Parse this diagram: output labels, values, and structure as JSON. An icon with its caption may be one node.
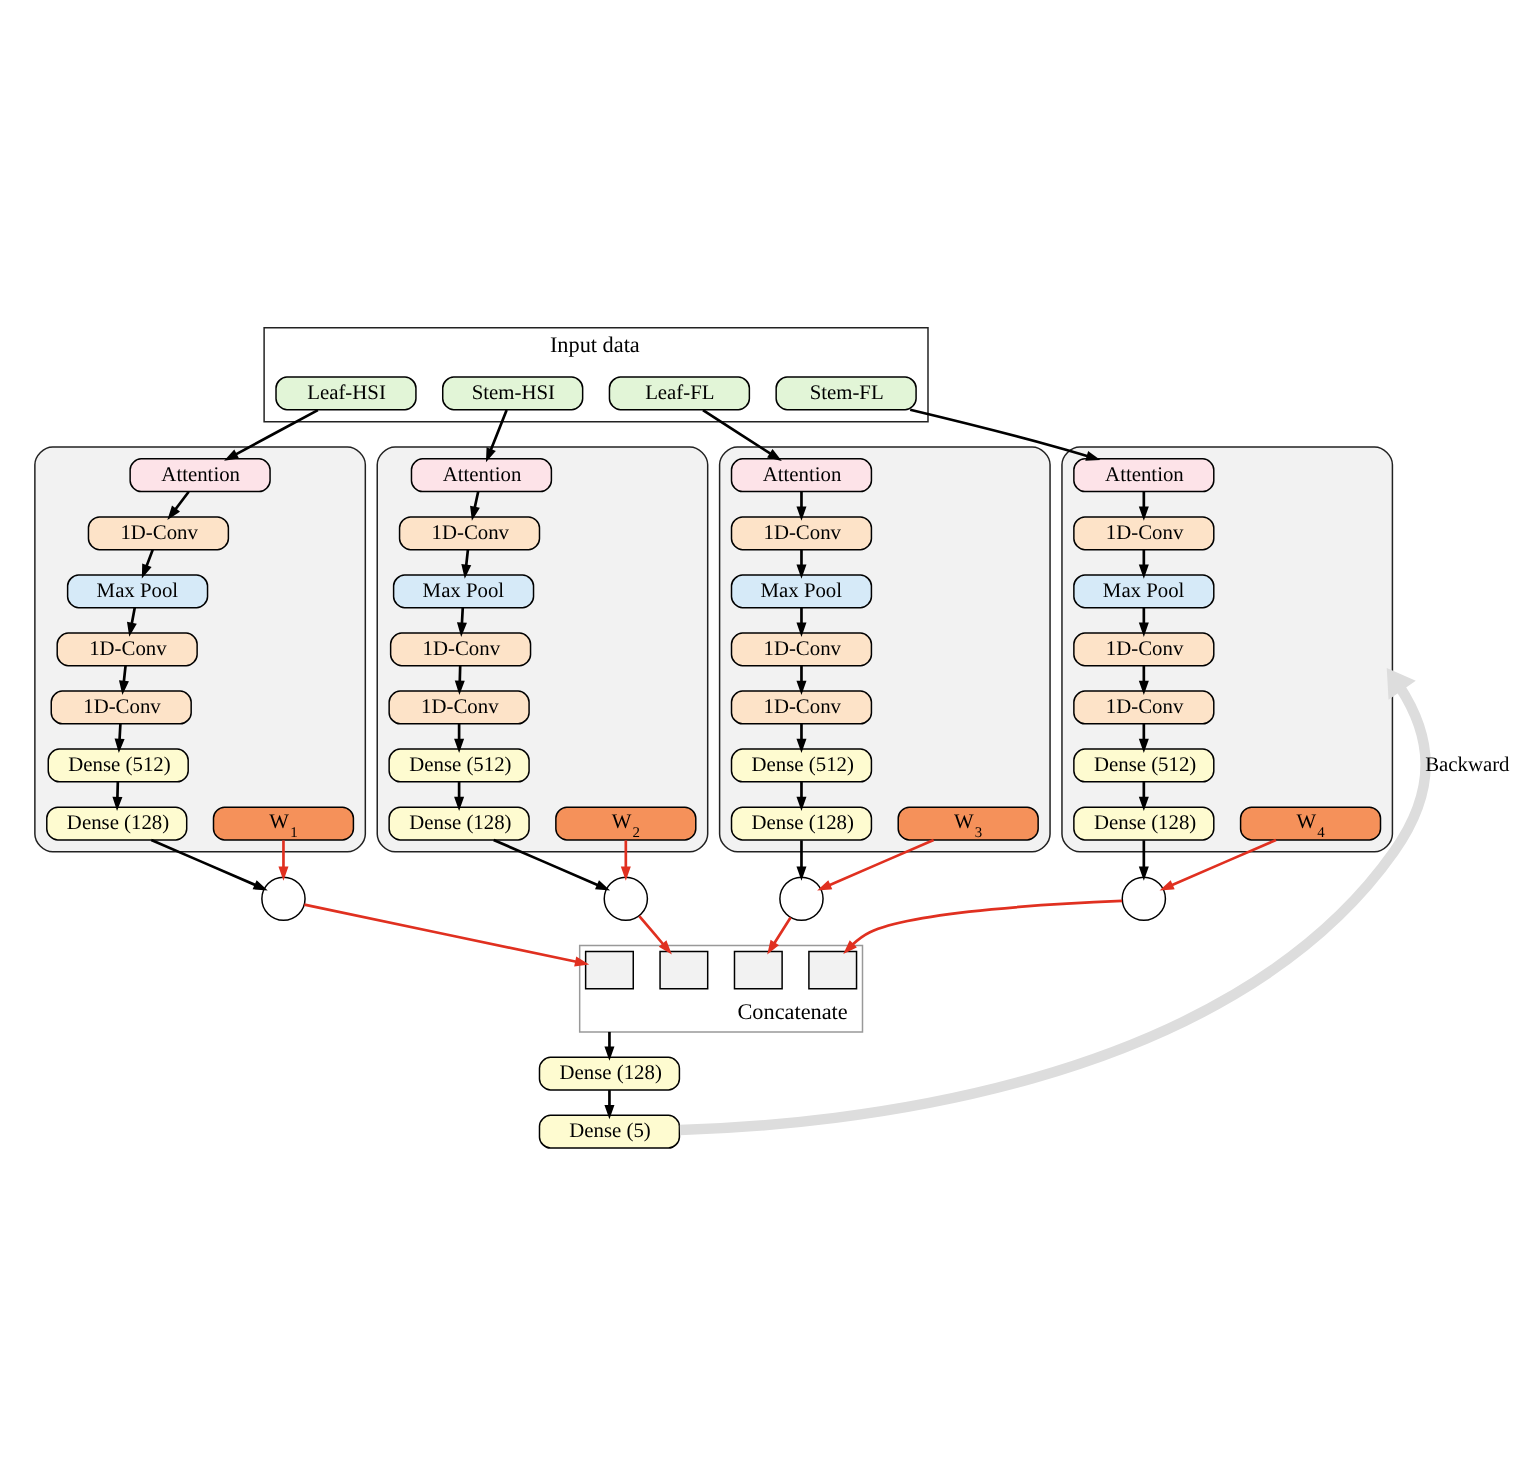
{
  "diagram": {
    "nodes": [
      {
        "text": [
          "Input data"
        ]
      },
      {
        "text": [
          "Leaf-HSI"
        ],
        "in": 0
      },
      {
        "text": [
          "Stem-HSI"
        ],
        "in": 0
      },
      {
        "text": [
          "Leaf-FL"
        ],
        "in": 0
      },
      {
        "text": [
          "Stem-FL"
        ],
        "in": 0
      },
      {
        "text": [],
        "shape": "box"
      },
      {
        "text": [
          "Attention"
        ],
        "in": 5
      },
      {
        "text": [
          "1D-Conv"
        ],
        "in": 5
      },
      {
        "text": [
          "Max Pool"
        ],
        "in": 5
      },
      {
        "text": [
          "1D-Conv"
        ],
        "in": 5
      },
      {
        "text": [
          "1D-Conv"
        ],
        "in": 5
      },
      {
        "text": [
          "Dense (512)"
        ],
        "in": 5
      },
      {
        "text": [
          "Dense (128)"
        ],
        "in": 5
      },
      {
        "text": [
          "W$_{1}$"
        ],
        "in": 5
      },
      {
        "text": [],
        "shape": "box"
      },
      {
        "text": [
          "Attention"
        ],
        "in": 14
      },
      {
        "text": [
          "1D-Conv"
        ],
        "in": 14
      },
      {
        "text": [
          "Max Pool"
        ],
        "in": 14
      },
      {
        "text": [
          "1D-Conv"
        ],
        "in": 14
      },
      {
        "text": [
          "1D-Conv"
        ],
        "in": 14
      },
      {
        "text": [
          "Dense (512)"
        ],
        "in": 14
      },
      {
        "text": [
          "Dense (128)"
        ],
        "in": 14
      },
      {
        "text": [
          "W$_{2}$"
        ],
        "in": 14
      },
      {
        "text": [],
        "shape": "box"
      },
      {
        "text": [
          "Attention"
        ],
        "in": 23
      },
      {
        "text": [
          "1D-Conv"
        ],
        "in": 23
      },
      {
        "text": [
          "Max Pool"
        ],
        "in": 23
      },
      {
        "text": [
          "1D-Conv"
        ],
        "in": 23
      },
      {
        "text": [
          "1D-Conv"
        ],
        "in": 23
      },
      {
        "text": [
          "Dense (512)"
        ],
        "in": 23
      },
      {
        "text": [
          "Dense (128)"
        ],
        "in": 23
      },
      {
        "text": [
          "W$_{3}$"
        ],
        "in": 23
      },
      {
        "text": [],
        "shape": "box"
      },
      {
        "text": [
          "Attention"
        ],
        "in": 32
      },
      {
        "text": [
          "1D-Conv"
        ],
        "in": 32
      },
      {
        "text": [
          "Max Pool"
        ],
        "in": 32
      },
      {
        "text": [
          "1D-Conv"
        ],
        "in": 32
      },
      {
        "text": [
          "1D-Conv"
        ],
        "in": 32
      },
      {
        "text": [
          "Dense (512)"
        ],
        "in": 32
      },
      {
        "text": [
          "Dense (128)"
        ],
        "in": 32
      },
      {
        "text": [
          "W$_{4}$"
        ],
        "in": 32
      },
      {
        "text": [],
        "shape": "circle"
      },
      {
        "text": [],
        "shape": "circle"
      },
      {
        "text": [],
        "shape": "circle"
      },
      {
        "text": [],
        "shape": "circle"
      },
      {
        "text": [
          "Concatenate"
        ]
      },
      {
        "text": [],
        "shape": "box",
        "in": 45
      },
      {
        "text": [],
        "shape": "box",
        "in": 45
      },
      {
        "text": [],
        "shape": "box",
        "in": 45
      },
      {
        "text": [],
        "shape": "box",
        "in": 45
      },
      {
        "text": [
          "Dense (128)"
        ]
      },
      {
        "text": [
          "Dense (5)"
        ]
      }
    ],
    "edges": [
      {
        "from": 1,
        "to": 6,
        "arrow": "to"
      },
      {
        "from": 6,
        "to": 7,
        "arrow": "to"
      },
      {
        "from": 7,
        "to": 8,
        "arrow": "to"
      },
      {
        "from": 8,
        "to": 9,
        "arrow": "to"
      },
      {
        "from": 9,
        "to": 10,
        "arrow": "to"
      },
      {
        "from": 10,
        "to": 11,
        "arrow": "to"
      },
      {
        "from": 11,
        "to": 12,
        "arrow": "to"
      },
      {
        "from": 12,
        "to": 41,
        "arrow": "to"
      },
      {
        "from": 13,
        "to": 41,
        "arrow": "to",
        "color": "#e03020"
      },
      {
        "from": 2,
        "to": 15,
        "arrow": "to"
      },
      {
        "from": 15,
        "to": 16,
        "arrow": "to"
      },
      {
        "from": 16,
        "to": 17,
        "arrow": "to"
      },
      {
        "from": 17,
        "to": 18,
        "arrow": "to"
      },
      {
        "from": 18,
        "to": 19,
        "arrow": "to"
      },
      {
        "from": 19,
        "to": 20,
        "arrow": "to"
      },
      {
        "from": 20,
        "to": 21,
        "arrow": "to"
      },
      {
        "from": 21,
        "to": 42,
        "arrow": "to"
      },
      {
        "from": 22,
        "to": 42,
        "arrow": "to",
        "color": "#e03020"
      },
      {
        "from": 3,
        "to": 24,
        "arrow": "to"
      },
      {
        "from": 24,
        "to": 25,
        "arrow": "to"
      },
      {
        "from": 25,
        "to": 26,
        "arrow": "to"
      },
      {
        "from": 26,
        "to": 27,
        "arrow": "to"
      },
      {
        "from": 27,
        "to": 28,
        "arrow": "to"
      },
      {
        "from": 28,
        "to": 29,
        "arrow": "to"
      },
      {
        "from": 29,
        "to": 30,
        "arrow": "to"
      },
      {
        "from": 30,
        "to": 43,
        "arrow": "to"
      },
      {
        "from": 31,
        "to": 43,
        "arrow": "to",
        "color": "#e03020"
      },
      {
        "from": 4,
        "to": 33,
        "arrow": "to"
      },
      {
        "from": 33,
        "to": 34,
        "arrow": "to"
      },
      {
        "from": 34,
        "to": 35,
        "arrow": "to"
      },
      {
        "from": 35,
        "to": 36,
        "arrow": "to"
      },
      {
        "from": 36,
        "to": 37,
        "arrow": "to"
      },
      {
        "from": 37,
        "to": 38,
        "arrow": "to"
      },
      {
        "from": 38,
        "to": 39,
        "arrow": "to"
      },
      {
        "from": 39,
        "to": 44,
        "arrow": "to"
      },
      {
        "from": 40,
        "to": 44,
        "arrow": "to",
        "color": "#e03020"
      },
      {
        "from": 41,
        "to": 46,
        "arrow": "to",
        "color": "#e03020"
      },
      {
        "from": 42,
        "to": 47,
        "arrow": "to",
        "color": "#e03020"
      },
      {
        "from": 43,
        "to": 48,
        "arrow": "to",
        "color": "#e03020"
      },
      {
        "from": 44,
        "to": 49,
        "arrow": "to",
        "color": "#e03020"
      },
      {
        "from": 45,
        "to": 50,
        "arrow": "to"
      },
      {
        "from": 50,
        "to": 51,
        "arrow": "to"
      },
      {
        "from": 51,
        "to": 32,
        "arrow": "to",
        "label": "Backward",
        "style": "thick",
        "color": "#dddddd"
      }
    ]
  }
}
